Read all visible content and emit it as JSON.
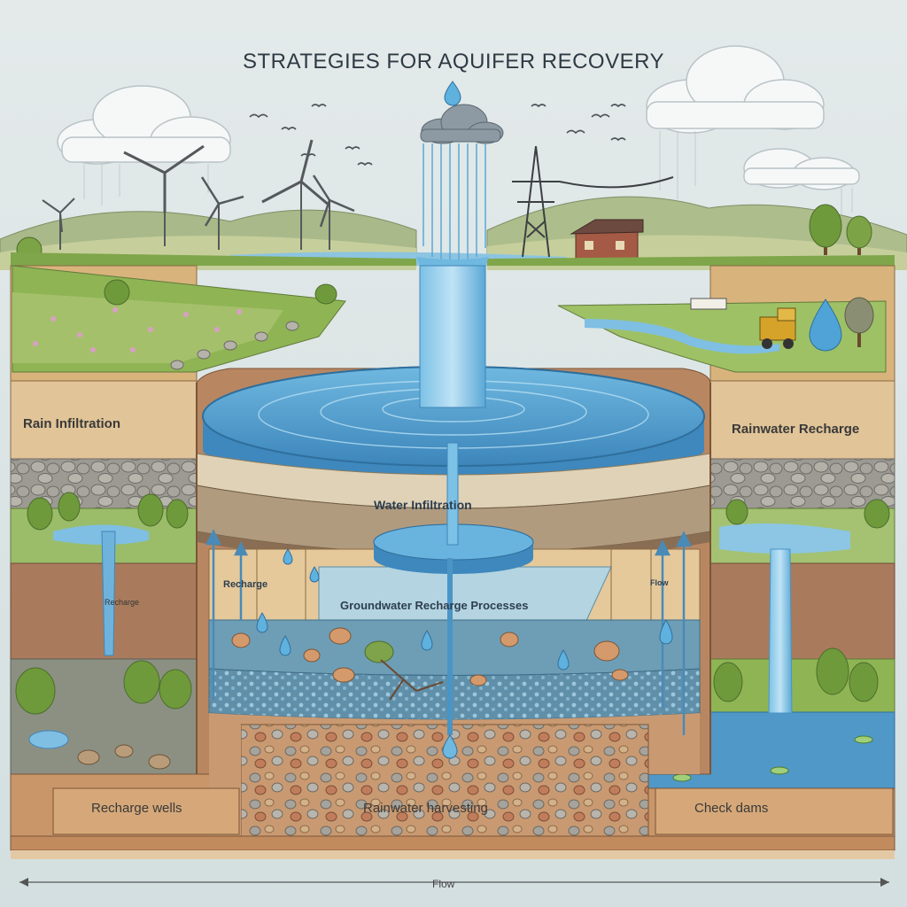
{
  "title": "STRATEGIES FOR AQUIFER RECOVERY",
  "labels": {
    "left_top": "Rain Infiltration",
    "left_top_sub": "",
    "right_top": "Rainwater Recharge",
    "right_top_sub": "",
    "center_band": "Water Infiltration",
    "strip": "Groundwater Recharge Processes",
    "small_1": "Recharge",
    "small_2": "Flow",
    "small_3": "Recharge",
    "bottom_left": "Recharge wells",
    "bottom_mid": "Rainwater harvesting",
    "bottom_right": "Check dams",
    "axis": "Flow"
  },
  "colors": {
    "sky": "#dfe6e6",
    "water": "#4a9ccf",
    "water_light": "#8fc6e6",
    "soil": "#d8b47c",
    "rock": "#8a8e8c",
    "grass": "#7fa64a",
    "clay": "#b07a58"
  },
  "icons": [
    "cloud-icon",
    "wind-turbine-icon",
    "power-pylon-icon",
    "house-icon",
    "truck-icon",
    "water-drop-icon",
    "tree-icon",
    "bird-icon",
    "arrow-up-icon"
  ]
}
